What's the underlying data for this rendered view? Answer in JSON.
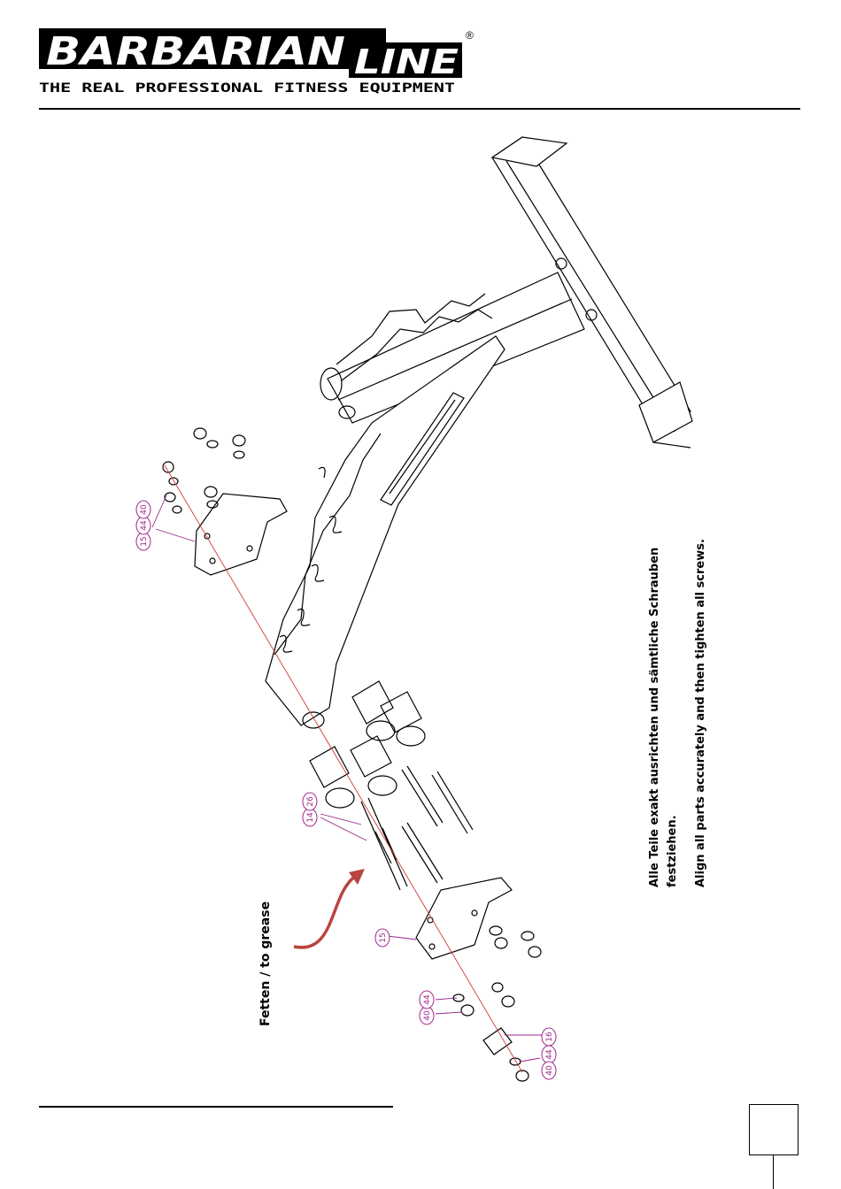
{
  "header": {
    "brand_left": "BARBARIAN",
    "brand_right": "LINE",
    "registered": "®",
    "tagline": "THE REAL PROFESSIONAL FITNESS EQUIPMENT"
  },
  "diagram": {
    "callouts": {
      "c15": "15",
      "c44": "44",
      "c40": "40",
      "c14": "14",
      "c26": "26",
      "c15b": "15",
      "c40b": "40",
      "c44b": "44",
      "c16": "16",
      "c44c": "44",
      "c40c": "40"
    },
    "grease_label": "Fetten / to grease"
  },
  "instructions": {
    "de_line1": "Alle Teile exakt ausrichten und sämtliche Schrauben",
    "de_line2": "festziehen.",
    "en": "Align all parts accurately and then tighten all screws."
  },
  "colors": {
    "callout": "#a0268a",
    "axis_line": "#d23a3a",
    "arrow": "#b8453f"
  }
}
